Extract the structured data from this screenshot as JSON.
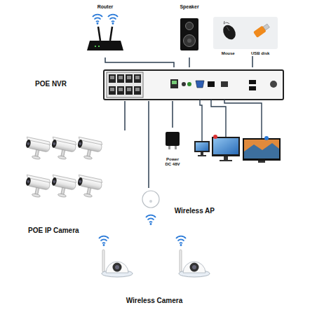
{
  "diagram": {
    "nodes": [
      {
        "text": [
          "Router"
        ]
      },
      {
        "text": [
          "Speaker"
        ]
      },
      {
        "text": [
          "Mouse",
          "USB disk"
        ]
      },
      {
        "text": [
          "POE NVR"
        ]
      },
      {
        "text": [
          "POE IP Camera"
        ]
      },
      {
        "text": [
          "Power",
          "DC 48V"
        ]
      },
      {
        "text": [
          "Wireless AP"
        ]
      },
      {
        "text": [
          "Wireless Camera"
        ]
      }
    ],
    "edges": [
      {
        "from": 0,
        "to": 3,
        "arrow": "none"
      },
      {
        "from": 1,
        "to": 3,
        "arrow": "none"
      },
      {
        "from": 2,
        "to": 3,
        "arrow": "none"
      },
      {
        "from": 3,
        "to": 4,
        "arrow": "none"
      },
      {
        "from": 3,
        "to": 5,
        "arrow": "none"
      },
      {
        "from": 3,
        "to": 6,
        "arrow": "none"
      }
    ]
  }
}
